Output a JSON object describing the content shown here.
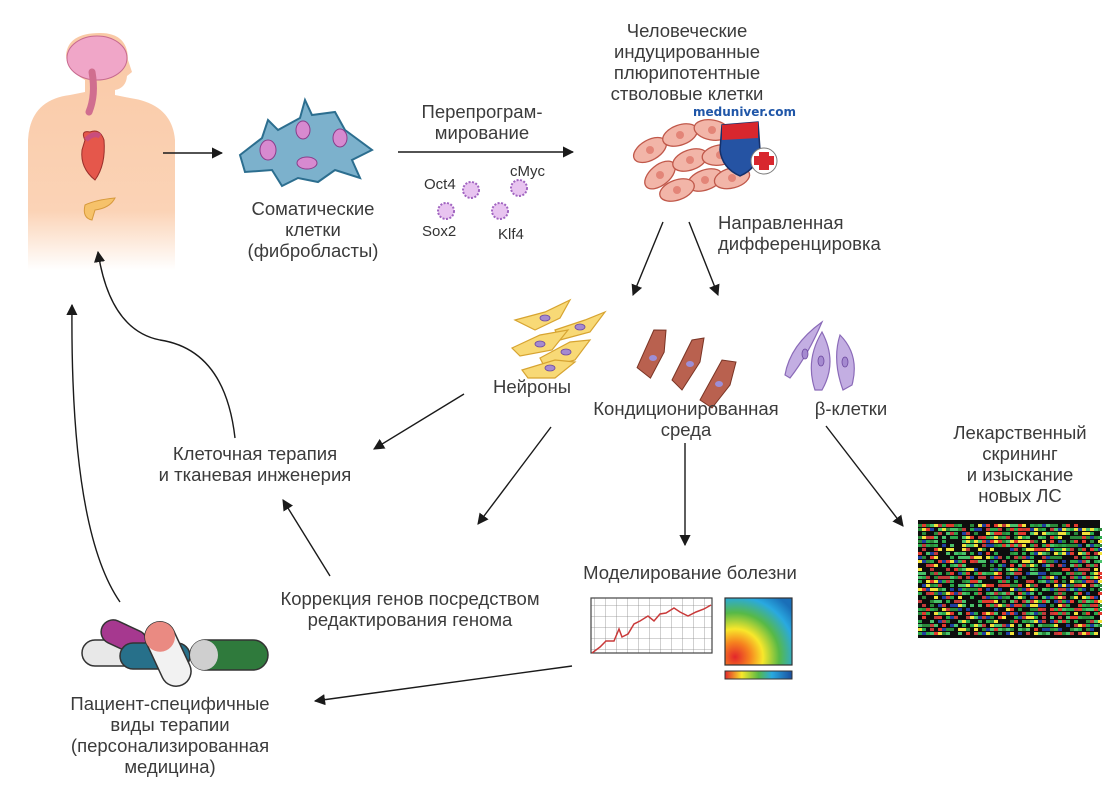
{
  "labels": {
    "somatic": "Соматические\nклетки\n(фибробласты)",
    "reprogramming": "Перепрограм-\nмирование",
    "ipsc": "Человеческие\nиндуцированные\nплюрипотентные\nстволовые клетки",
    "directed_diff": "Направленная\nдифференцировка",
    "neurons": "Нейроны",
    "conditioned": "Кондиционированная\nсреда",
    "beta": "β-клетки",
    "cell_therapy": "Клеточная терапия\nи тканевая инженерия",
    "drug_screening": "Лекарственный\nскрининг\nи изыскание\nновых ЛС",
    "disease_modeling": "Моделирование болезни",
    "gene_correction": "Коррекция генов посредством\nредактирования генома",
    "patient_specific": "Пациент-специфичные\nвиды терапии\n(персонализированная\nмедицина)"
  },
  "factors": {
    "oct4": "Oct4",
    "cmyc": "cMyc",
    "sox2": "Sox2",
    "klf4": "Klf4"
  },
  "watermark": "meduniver.com",
  "colors": {
    "skin": "#f9c9a6",
    "fibroblast": "#5b9ab8",
    "ipsc": "#f1b2a5",
    "neuron": "#f6d66a",
    "cardiac": "#b4604f",
    "beta": "#b89fd6",
    "nucleus": "#c26fc0",
    "arrow": "#1a1a1a"
  }
}
